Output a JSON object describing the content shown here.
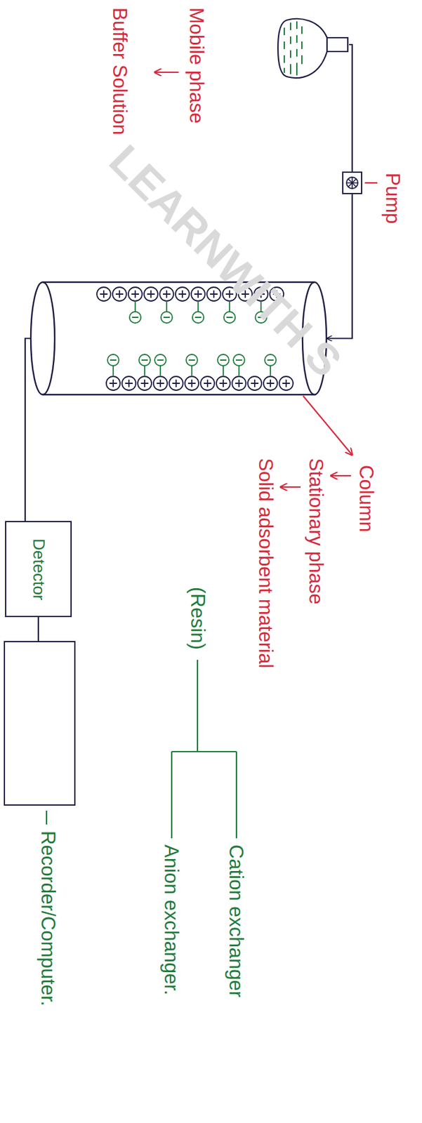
{
  "diagram": {
    "nodes": [
      {
        "text": [
          "Mobile phase",
          "Buffer Solution"
        ]
      },
      {
        "text": [
          "Pump"
        ]
      },
      {
        "text": [
          "Column"
        ]
      },
      {
        "text": [
          "Detector"
        ]
      },
      {
        "text": [
          "Recorder/Computer."
        ]
      }
    ],
    "edges": [
      {
        "from": 0,
        "to": 1,
        "arrow": "none"
      },
      {
        "from": 1,
        "to": 2,
        "arrow": "to"
      },
      {
        "from": 2,
        "to": 3,
        "arrow": "none"
      },
      {
        "from": 3,
        "to": 4,
        "arrow": "none"
      }
    ],
    "labels": [
      "Stationary phase",
      "Solid adsorbent material",
      "(Resin)",
      "Cation exchanger",
      "Anion exchanger.",
      "LEARNWITH S"
    ]
  }
}
